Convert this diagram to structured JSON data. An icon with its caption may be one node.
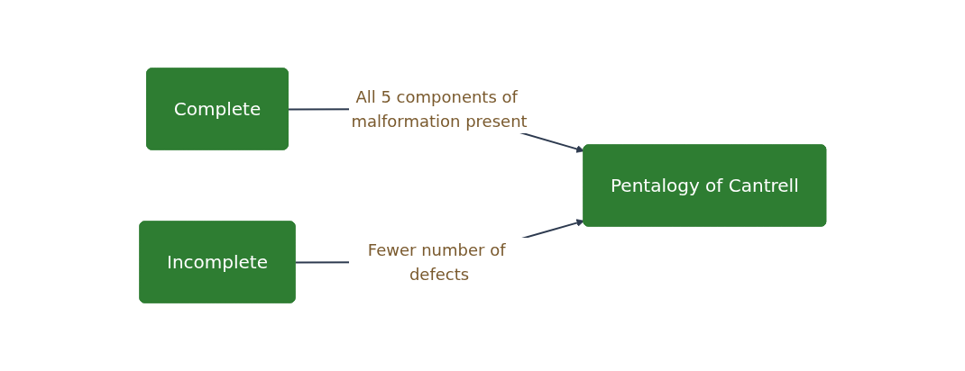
{
  "diagram": {
    "nodes": [
      {
        "text": [
          "Complete"
        ]
      },
      {
        "text": [
          "Incomplete"
        ]
      },
      {
        "text": [
          "Pentalogy of Cantrell"
        ]
      }
    ],
    "edges": [
      {
        "from": 0,
        "to": 2,
        "arrow": "to",
        "label": "All 5 components of malformation present"
      },
      {
        "from": 1,
        "to": 2,
        "arrow": "to",
        "label": "Fewer number of defects"
      }
    ]
  }
}
